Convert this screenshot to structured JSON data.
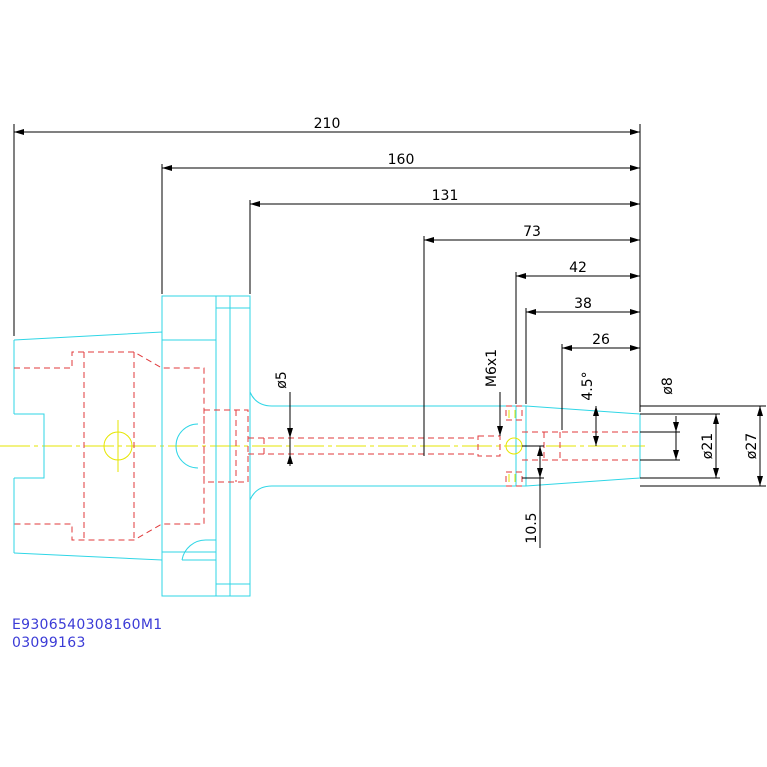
{
  "dimensions": {
    "d210": "210",
    "d160": "160",
    "d131": "131",
    "d73": "73",
    "d42": "42",
    "d38": "38",
    "d26": "26",
    "dia5": "ø5",
    "thread": "M6x1",
    "angle": "4.5°",
    "dia8": "ø8",
    "dia21": "ø21",
    "dia27": "ø27",
    "d10_5": "10.5"
  },
  "part_codes": {
    "line1": "E9306540308160M1",
    "line2": "03099163"
  },
  "colors": {
    "outline": "#2fd6e6",
    "hidden": "#e0393b",
    "center": "#e6e600",
    "dimension": "#000000",
    "code_text": "#3b3bd6"
  }
}
